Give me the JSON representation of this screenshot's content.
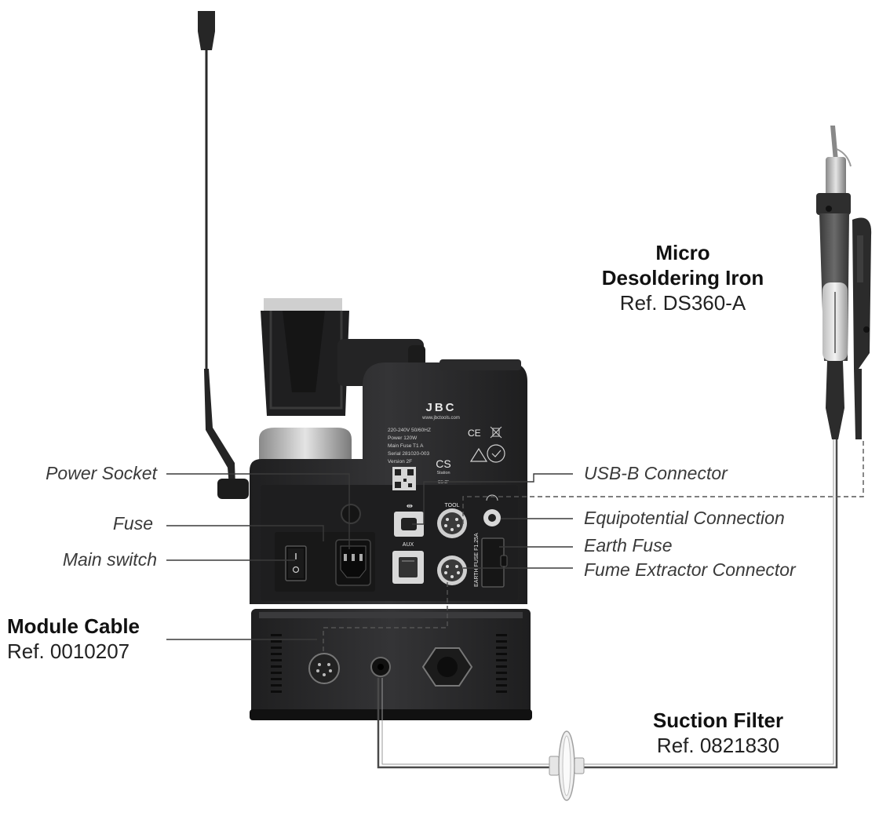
{
  "callouts": {
    "power_socket": "Power Socket",
    "fuse": "Fuse",
    "main_switch": "Main switch",
    "usb_b": "USB-B Connector",
    "equipotential": "Equipotential Connection",
    "earth_fuse": "Earth Fuse",
    "fume_extractor": "Fume Extractor Connector"
  },
  "iron": {
    "line1": "Micro",
    "line2": "Desoldering Iron",
    "ref": "Ref. DS360-A"
  },
  "module_cable": {
    "title": "Module Cable",
    "ref": "Ref. 0010207"
  },
  "suction_filter": {
    "title": "Suction Filter",
    "ref": "Ref. 0821830"
  },
  "station_labels": {
    "brand": "JBC",
    "website": "www.jbctools.com",
    "voltage": "220-240V 50/60HZ",
    "power": "Power 120W",
    "main_fuse": "Main Fuse T1 A",
    "serial": "Serial 281020-003",
    "version": "Version 2F",
    "model": "CS",
    "model_sub": "Station",
    "model_code": "CS-2F",
    "tool": "TOOL",
    "aux": "AUX",
    "earth_fuse_rating": "EARTH FUSE F1.25A"
  },
  "colors": {
    "station_body": "#2b2b2c",
    "station_panel": "#242425",
    "line_color": "#3a3a3a",
    "tube_color": "#555555"
  }
}
